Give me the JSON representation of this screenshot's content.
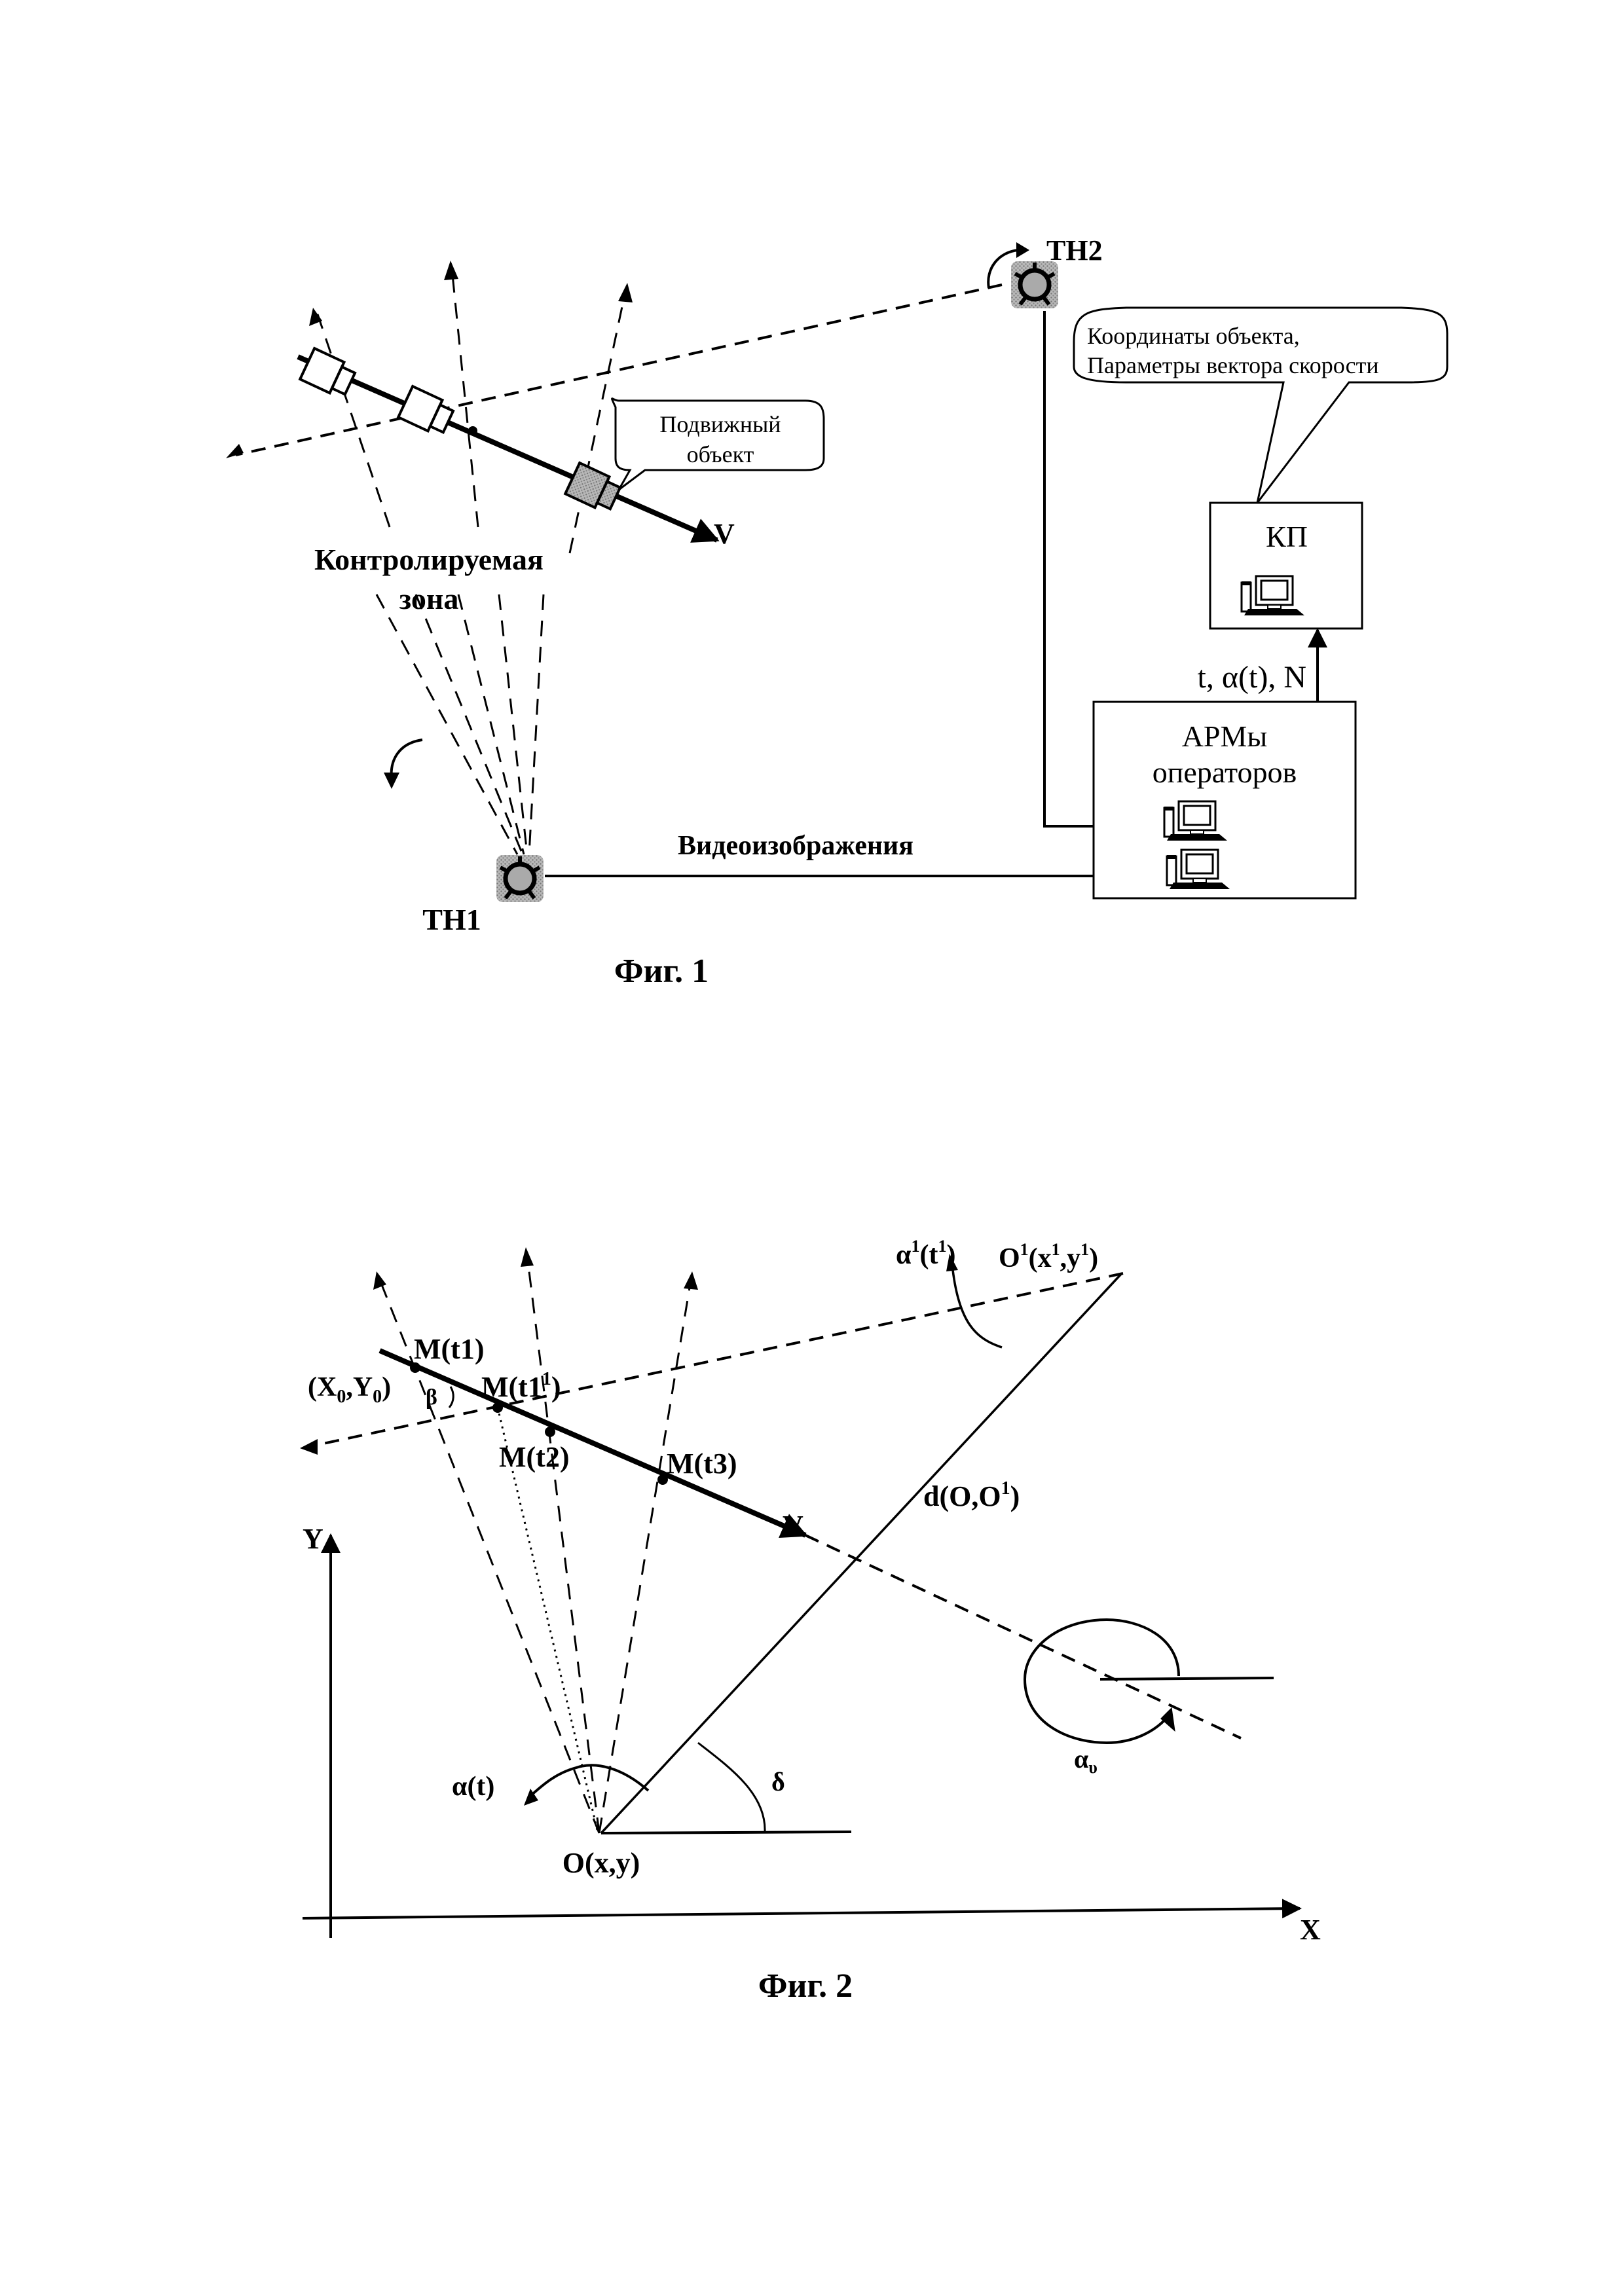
{
  "figure1": {
    "caption": "Фиг. 1",
    "zone_label_line1": "Контролируемая",
    "zone_label_line2": "зона",
    "object_callout_line1": "Подвижный",
    "object_callout_line2": "объект",
    "velocity_label": "V",
    "tn1_label": "ТН1",
    "tn2_label": "ТН2",
    "video_label": "Видеоизображения",
    "output_callout_line1": "Координаты объекта,",
    "output_callout_line2": "Параметры вектора скорости",
    "kp_label": "КП",
    "arm_label_line1": "АРМы",
    "arm_label_line2": "операторов",
    "link_label": "t, α(t), N",
    "icons": [
      "camera-tn1-icon",
      "camera-tn2-icon",
      "computer-icon",
      "moving-object-icon",
      "rotation-arrow-icon"
    ]
  },
  "figure2": {
    "caption": "Фиг. 2",
    "axis_x": "X",
    "axis_y": "Y",
    "point_m_t1": "M(t1)",
    "point_m_t1_1": "M(t1",
    "point_m_t1_1_sup": "1",
    "point_m_t2": "M(t2)",
    "point_m_t3": "M(t3)",
    "start_point": "(X",
    "start_point_sub0": "0",
    "start_point_mid": ",Y",
    "start_point_sub1": "0",
    "start_point_end": ")",
    "beta": "β",
    "velocity_label": "V",
    "distance_label": "d(O,O",
    "distance_sup": "1",
    "distance_end": ")",
    "origin_label": "O(x,y)",
    "second_origin": "O",
    "second_origin_sup": "1",
    "second_origin_coords": "(x",
    "second_origin_x_sup": "1",
    "second_origin_mid": ",y",
    "second_origin_y_sup": "1",
    "second_origin_end": ")",
    "alpha_t": "α(t)",
    "alpha1": "α",
    "alpha1_sup": "1",
    "alpha1_arg": "(t",
    "alpha1_arg_sup": "1",
    "alpha1_end": ")",
    "delta": "δ",
    "alpha_v": "α",
    "alpha_v_sub": "υ"
  }
}
